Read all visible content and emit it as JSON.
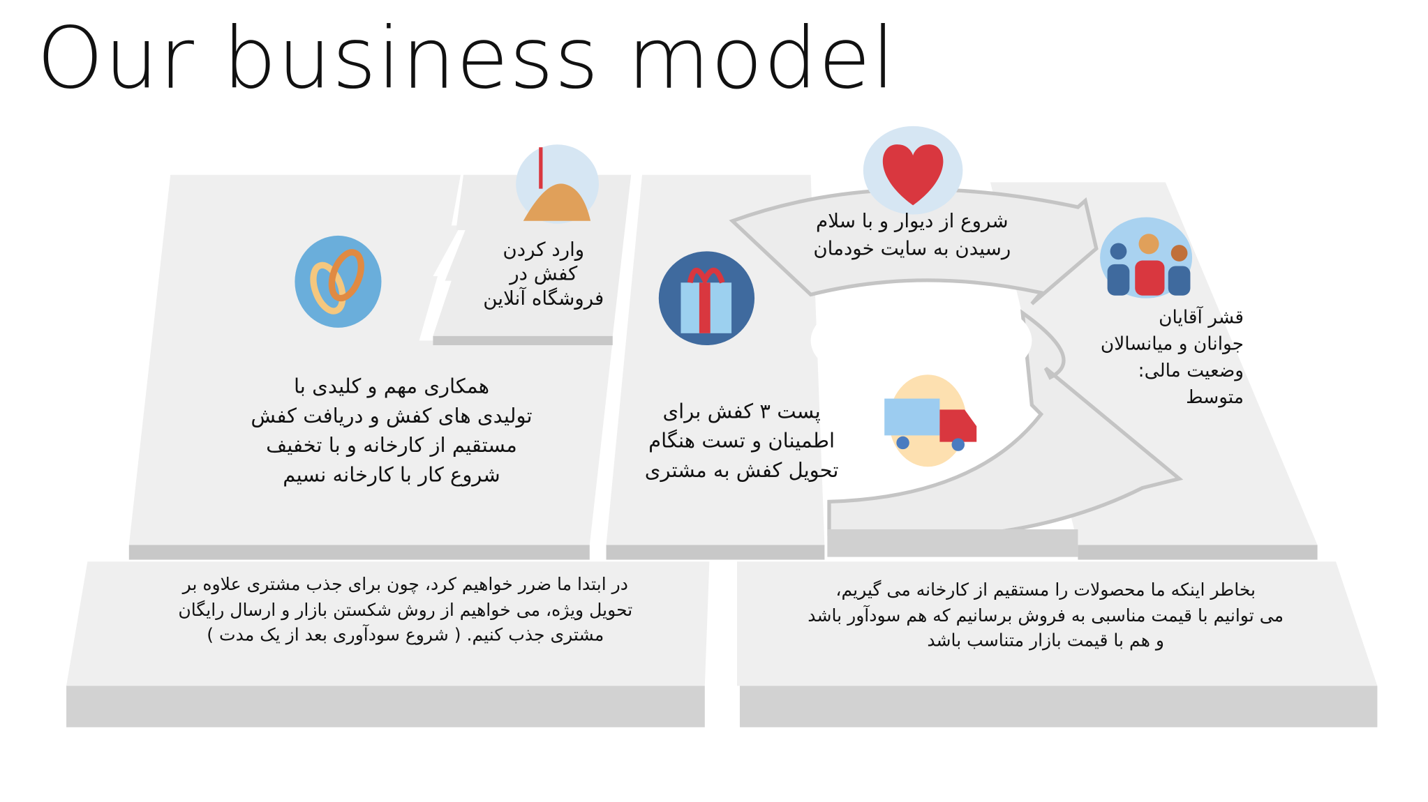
{
  "title": "Our business model",
  "colors": {
    "block": "#efefef",
    "block_edge": "#c8c8c8",
    "accent_blue": "#6aaedb",
    "accent_red": "#d9373f"
  },
  "sections": {
    "channels": {
      "icon": "shovel-sand-icon",
      "lines": [
        "وارد کردن",
        "کفش در",
        "فروشگاه آنلاین"
      ]
    },
    "key_partners": {
      "icon": "rings-icon",
      "lines": [
        "همکاری مهم و کلیدی با",
        "تولیدی های کفش و دریافت کفش",
        "مستقیم از کارخانه و با تخفیف",
        "شروع کار با کارخانه نسیم"
      ]
    },
    "value_proposition": {
      "icon": "gift-icon",
      "lines": [
        "پست ۳ کفش برای",
        "اطمینان و تست هنگام",
        "تحویل کفش به مشتری"
      ]
    },
    "customer_relationships": {
      "icon": "heart-icon",
      "lines": [
        "شروع از دیوار و با سلام",
        "رسیدن به سایت خودمان"
      ]
    },
    "customer_segments": {
      "icon": "people-icon",
      "lines": [
        "قشر آقایان",
        "جوانان و میانسالان",
        "وضعیت مالی:",
        "متوسط"
      ]
    },
    "delivery": {
      "icon": "truck-icon"
    },
    "cost_structure": {
      "lines": [
        "در ابتدا ما ضرر خواهیم کرد، چون برای جذب مشتری علاوه بر",
        "تحویل ویژه، می خواهیم از روش شکستن بازار و ارسال رایگان",
        "مشتری جذب کنیم. ( شروع سودآوری بعد از یک مدت )"
      ]
    },
    "revenue_streams": {
      "lines": [
        "بخاطر اینکه ما محصولات را مستقیم از کارخانه می گیریم،",
        "می توانیم با قیمت مناسبی به فروش برسانیم که هم سودآور باشد",
        "و هم با قیمت بازار متناسب باشد"
      ]
    }
  }
}
